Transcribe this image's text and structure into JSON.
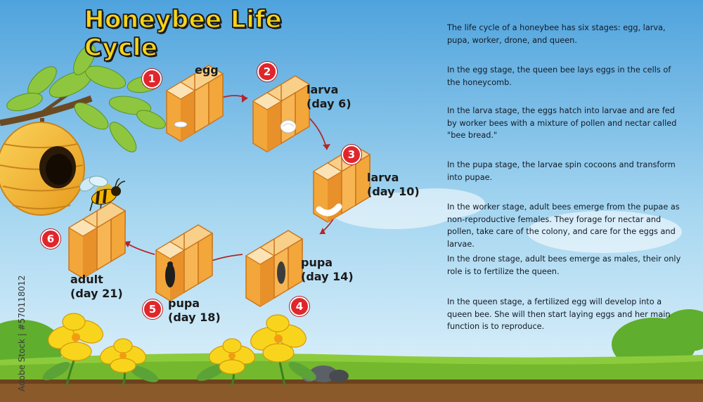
{
  "title": "Honeybee Life Cycle",
  "stages": [
    {
      "num": "1",
      "lines": [
        "egg"
      ]
    },
    {
      "num": "2",
      "lines": [
        "larva",
        "(day 6)"
      ]
    },
    {
      "num": "3",
      "lines": [
        "larva",
        "(day 10)"
      ]
    },
    {
      "num": "4",
      "lines": [
        "pupa",
        "(day 14)"
      ]
    },
    {
      "num": "5",
      "lines": [
        "pupa",
        "(day 18)"
      ]
    },
    {
      "num": "6",
      "lines": [
        "adult",
        "(day 21)"
      ]
    }
  ],
  "paragraphs": [
    "The life cycle of a honeybee has six stages: egg, larva, pupa, worker, drone, and queen.",
    "In the egg stage, the queen bee lays eggs in the cells of the honeycomb.",
    "In the larva stage, the eggs hatch into larvae and are fed by worker bees with a mixture of pollen and nectar called \"bee bread.\"",
    "In the pupa stage, the larvae spin cocoons and transform into pupae.",
    "In the worker stage, adult bees emerge from the pupae as non-reproductive females. They forage for nectar and pollen, take care of the colony, and care for the eggs and larvae.",
    "In the drone stage, adult bees emerge as males, their only role is to fertilize the queen.",
    "In the queen stage, a fertilized egg will develop into a queen bee. She will then start laying eggs and her main function is to reproduce."
  ],
  "watermark": "Adobe Stock | #570118012",
  "colors": {
    "sky_top": "#4fa3dd",
    "sky_bottom": "#e3f3fb",
    "grass": "#8ccc3c",
    "soil": "#8a5a2b",
    "badge": "#e0262b",
    "honeycomb": "#f3a63a",
    "arrow": "#b2262a",
    "title": "#f6d31a"
  }
}
